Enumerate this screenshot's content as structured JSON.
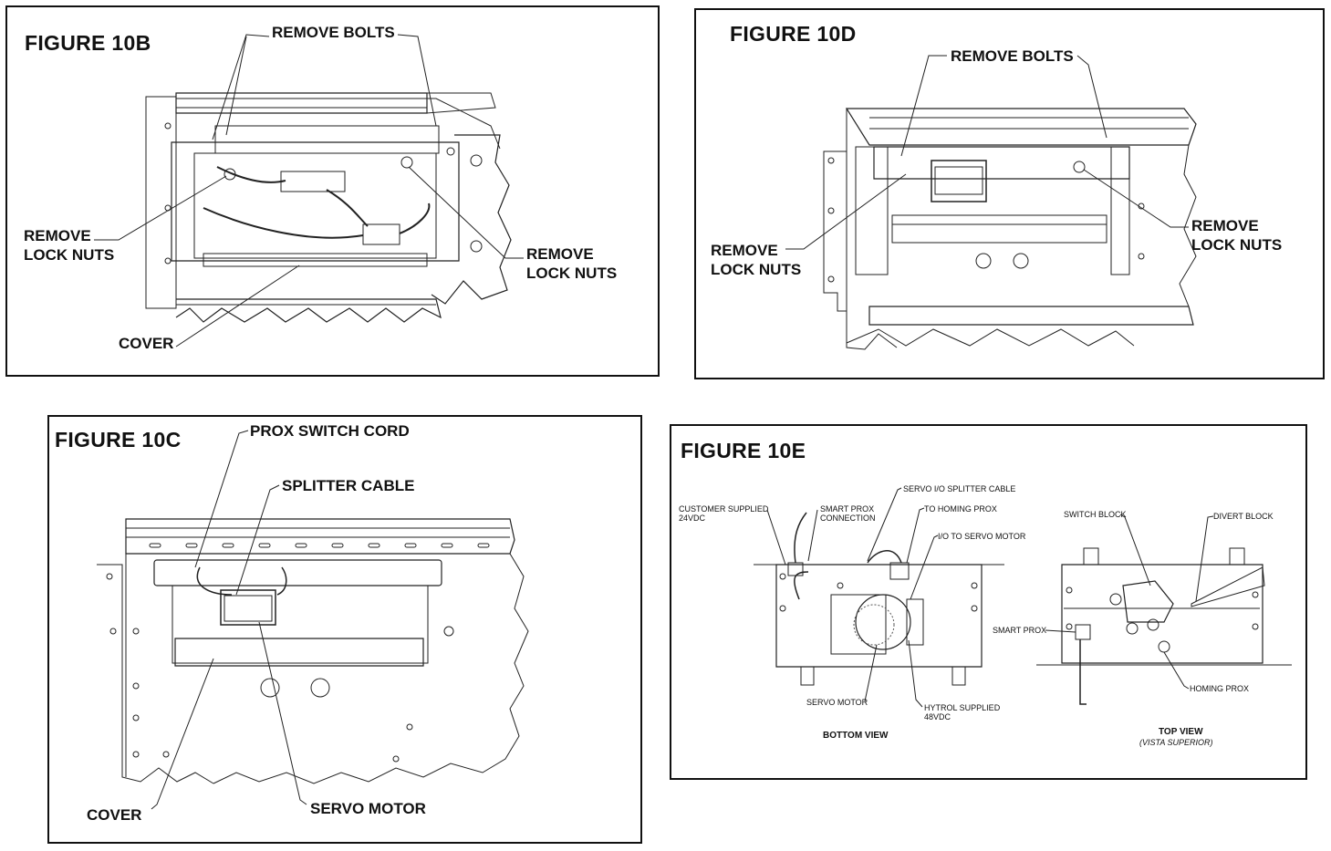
{
  "figures": {
    "fig10b": {
      "title": "FIGURE 10B",
      "labels": {
        "remove_bolts": "REMOVE BOLTS",
        "remove_lock_nuts_left_1": "REMOVE",
        "remove_lock_nuts_left_2": "LOCK NUTS",
        "remove_lock_nuts_right_1": "REMOVE",
        "remove_lock_nuts_right_2": "LOCK NUTS",
        "cover": "COVER"
      }
    },
    "fig10d": {
      "title": "FIGURE 10D",
      "labels": {
        "remove_bolts": "REMOVE BOLTS",
        "remove_lock_nuts_left_1": "REMOVE",
        "remove_lock_nuts_left_2": "LOCK NUTS",
        "remove_lock_nuts_right_1": "REMOVE",
        "remove_lock_nuts_right_2": "LOCK NUTS"
      }
    },
    "fig10c": {
      "title": "FIGURE 10C",
      "labels": {
        "prox_switch_cord": "PROX SWITCH CORD",
        "splitter_cable": "SPLITTER CABLE",
        "cover": "COVER",
        "servo_motor": "SERVO MOTOR"
      }
    },
    "fig10e": {
      "title": "FIGURE 10E",
      "labels": {
        "customer_supplied_1": "CUSTOMER SUPPLIED",
        "customer_supplied_2": "24VDC",
        "smart_prox_connection_1": "SMART PROX",
        "smart_prox_connection_2": "CONNECTION",
        "servo_io_splitter_cable": "SERVO I/O SPLITTER CABLE",
        "to_homing_prox": "TO HOMING PROX",
        "io_to_servo_motor": "I/O TO SERVO MOTOR",
        "switch_block": "SWITCH BLOCK",
        "divert_block": "DIVERT BLOCK",
        "smart_prox": "SMART PROX",
        "homing_prox": "HOMING PROX",
        "servo_motor": "SERVO MOTOR",
        "hytrol_supplied_1": "HYTROL SUPPLIED",
        "hytrol_supplied_2": "48VDC",
        "bottom_view": "BOTTOM VIEW",
        "top_view": "TOP VIEW",
        "vista_superior": "(VISTA SUPERIOR)"
      }
    }
  }
}
